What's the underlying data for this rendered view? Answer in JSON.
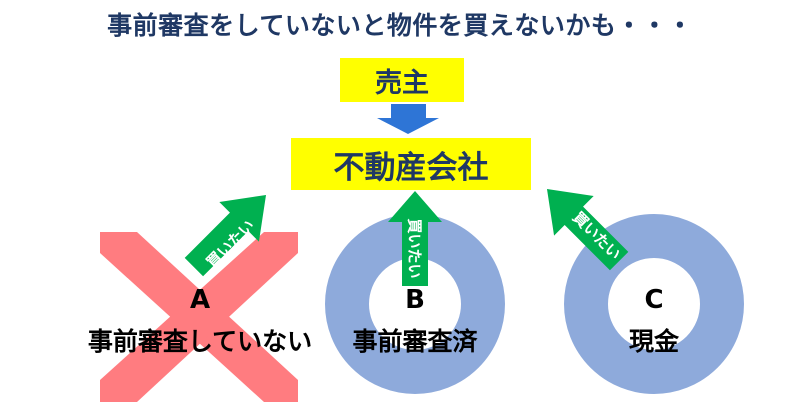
{
  "title": "事前審査をしていないと物件を買えないかも・・・",
  "seller": "売主",
  "company": "不動産会社",
  "buyers": [
    {
      "letter": "A",
      "desc": "事前審査していない",
      "arrow_text": "買いたい",
      "status": "rejected"
    },
    {
      "letter": "B",
      "desc": "事前審査済",
      "arrow_text": "買いたい",
      "status": "ok"
    },
    {
      "letter": "C",
      "desc": "現金",
      "arrow_text": "買いたい",
      "status": "ok"
    }
  ],
  "colors": {
    "title": "#1f3864",
    "box": "#ffff00",
    "arrow_down": "#2e75d6",
    "arrow_up": "#00b050",
    "ring": "#8eaadb",
    "cross": "#ff7c80"
  }
}
